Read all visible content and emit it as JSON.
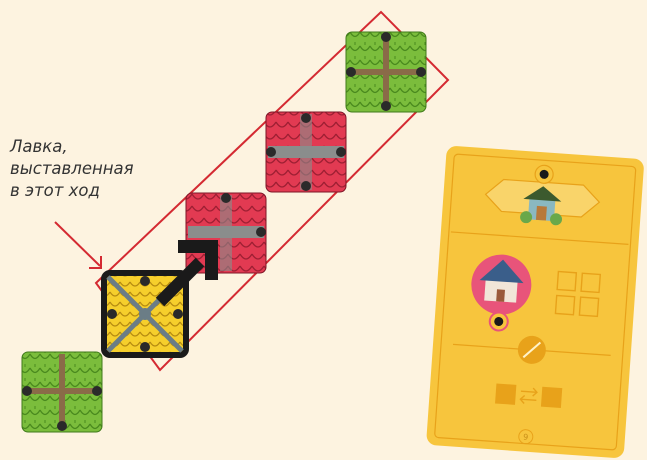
{
  "caption": {
    "lines": [
      "Лавка,",
      "выставленная",
      "в этот ход"
    ]
  },
  "card": {
    "page_number": "9"
  },
  "tiles": [
    {
      "id": "green-bottom",
      "color": "green"
    },
    {
      "id": "yellow-placed",
      "color": "yellow"
    },
    {
      "id": "red-1",
      "color": "red"
    },
    {
      "id": "red-2",
      "color": "red"
    },
    {
      "id": "green-top",
      "color": "green"
    }
  ],
  "colors": {
    "background": "#fdf3e0",
    "green": "#7bbd3c",
    "yellow": "#f6cf2c",
    "red": "#e23a52",
    "highlight": "#d42a32",
    "card": "#f7c53d"
  },
  "icons": [
    "club-icon",
    "heart-icon",
    "moon-icon",
    "arrow-icon",
    "building-icon",
    "teahouse-icon",
    "no-symbol-icon",
    "swap-icon"
  ]
}
